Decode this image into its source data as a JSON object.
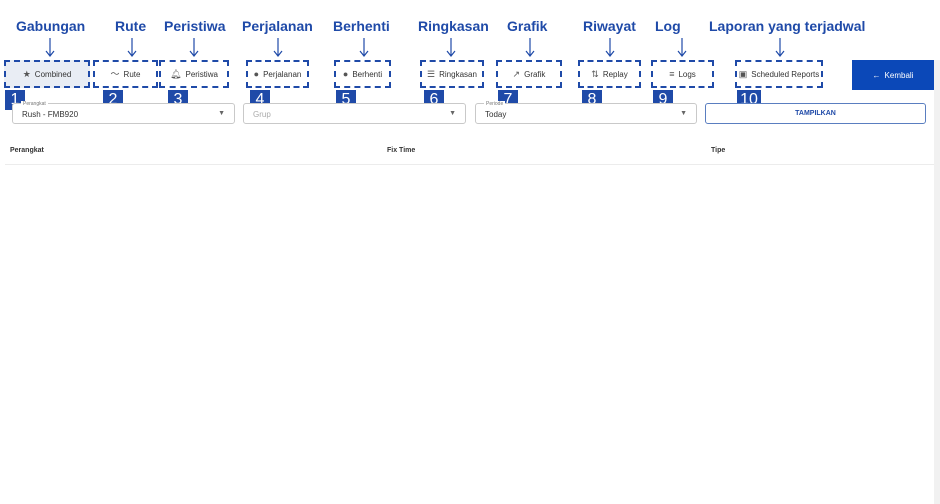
{
  "annotations": [
    {
      "label": "Gabungan",
      "number": "1"
    },
    {
      "label": "Rute",
      "number": "2"
    },
    {
      "label": "Peristiwa",
      "number": "3"
    },
    {
      "label": "Perjalanan",
      "number": "4"
    },
    {
      "label": "Berhenti",
      "number": "5"
    },
    {
      "label": "Ringkasan",
      "number": "6"
    },
    {
      "label": "Grafik",
      "number": "7"
    },
    {
      "label": "Riwayat",
      "number": "8"
    },
    {
      "label": "Log",
      "number": "9"
    },
    {
      "label": "Laporan yang terjadwal",
      "number": "10"
    }
  ],
  "tabs": [
    {
      "label": "Combined",
      "icon": "star-icon",
      "glyph": "★"
    },
    {
      "label": "Rute",
      "icon": "route-icon",
      "glyph": "〜"
    },
    {
      "label": "Peristiwa",
      "icon": "bell-icon",
      "glyph": "🔔︎"
    },
    {
      "label": "Perjalanan",
      "icon": "play-circle-icon",
      "glyph": "●"
    },
    {
      "label": "Berhenti",
      "icon": "pause-circle-icon",
      "glyph": "●"
    },
    {
      "label": "Ringkasan",
      "icon": "list-icon",
      "glyph": "☰"
    },
    {
      "label": "Grafik",
      "icon": "trending-up-icon",
      "glyph": "↗"
    },
    {
      "label": "Replay",
      "icon": "replay-icon",
      "glyph": "⇅"
    },
    {
      "label": "Logs",
      "icon": "notes-icon",
      "glyph": "≡"
    },
    {
      "label": "Scheduled Reports",
      "icon": "calendar-icon",
      "glyph": "▣"
    }
  ],
  "back_button": {
    "label": "Kembali",
    "glyph": "←"
  },
  "filters": {
    "device": {
      "label": "Perangkat",
      "value": "Rush - FMB920"
    },
    "group": {
      "placeholder": "Grup"
    },
    "period": {
      "label": "Periode",
      "value": "Today"
    },
    "show_button": "TAMPILKAN"
  },
  "table": {
    "columns": [
      "Perangkat",
      "Fix Time",
      "Tipe"
    ]
  },
  "colors": {
    "accent": "#1f4aa8",
    "primary_button": "#0b48b8",
    "active_tab_bg": "#e9edf4"
  }
}
